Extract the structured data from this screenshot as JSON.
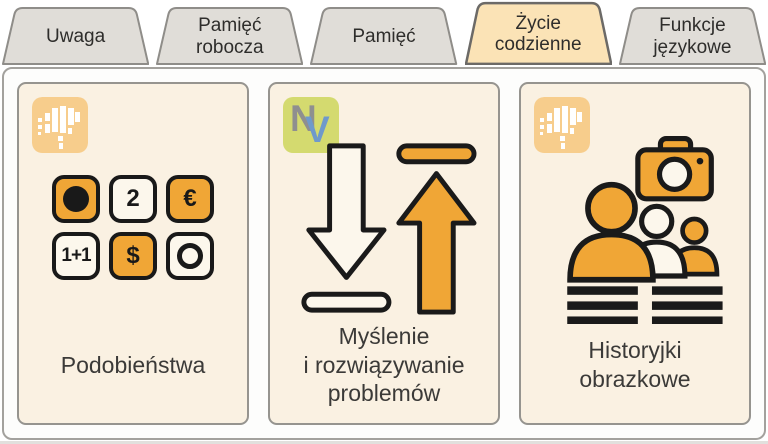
{
  "colors": {
    "accent_orange": "#F0A636",
    "pixel_brain_bg": "#F7CD8C",
    "active_tab_bg": "#FBE3B6",
    "inactive_tab_bg": "#E0DDD8",
    "card_bg": "#FAF1E2",
    "panel_bg": "#FDFDFC",
    "outline_black": "#1A1A1A",
    "nv_green": "#D4DA6F",
    "nv_gray": "#8F8F8F",
    "nv_blue": "#6F99CB"
  },
  "tabs": [
    {
      "label": "Uwaga",
      "active": false
    },
    {
      "label": "Pamięć robocza",
      "active": false
    },
    {
      "label": "Pamięć",
      "active": false
    },
    {
      "label": "Życie codzienne",
      "active": true
    },
    {
      "label": "Funkcje językowe",
      "active": false
    }
  ],
  "nv_logo": {
    "n": "N",
    "v": "V"
  },
  "cards": [
    {
      "label": "Podobieństwa",
      "corner_icon": "pixel-brain-logo",
      "tiles": [
        {
          "fill": "orange",
          "glyph": "filled-circle"
        },
        {
          "fill": "light",
          "glyph": "2"
        },
        {
          "fill": "orange",
          "glyph": "€"
        },
        {
          "fill": "light",
          "glyph": "1+1"
        },
        {
          "fill": "orange",
          "glyph": "$"
        },
        {
          "fill": "light",
          "glyph": "ring"
        }
      ]
    },
    {
      "label": "Myślenie\ni rozwiązywanie\nproblemów",
      "corner_icon": "nv-logo",
      "art": "white down arrow with bar below, orange up arrow with bar above"
    },
    {
      "label": "Historyjki\nobrazkowe",
      "corner_icon": "pixel-brain-logo",
      "art": "orange camera, three people figures, text lines"
    }
  ]
}
